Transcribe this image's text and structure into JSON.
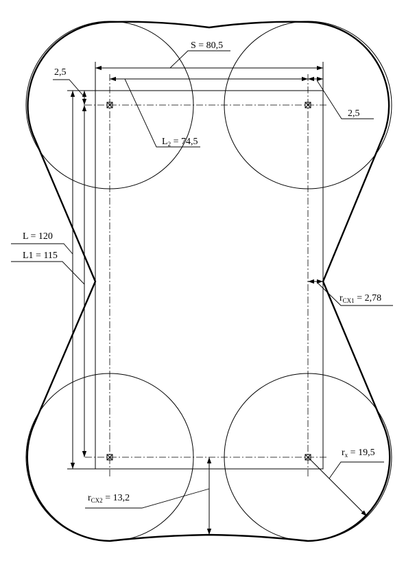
{
  "labels": {
    "S": "S = 80,5",
    "gap_top_left": "2,5",
    "gap_top_right": "2,5",
    "L2_main": "L",
    "L2_sub": "2",
    "L2_value": " = 74,5",
    "L": "L = 120",
    "L1": "L1 = 115",
    "rcx1_main": "r",
    "rcx1_sub": "CX1",
    "rcx1_value": " = 2,78",
    "rx_main": "r",
    "rx_sub": "x",
    "rx_value": " = 19,5",
    "rcx2_main": "r",
    "rcx2_sub": "CX2",
    "rcx2_value": " = 13,2"
  }
}
